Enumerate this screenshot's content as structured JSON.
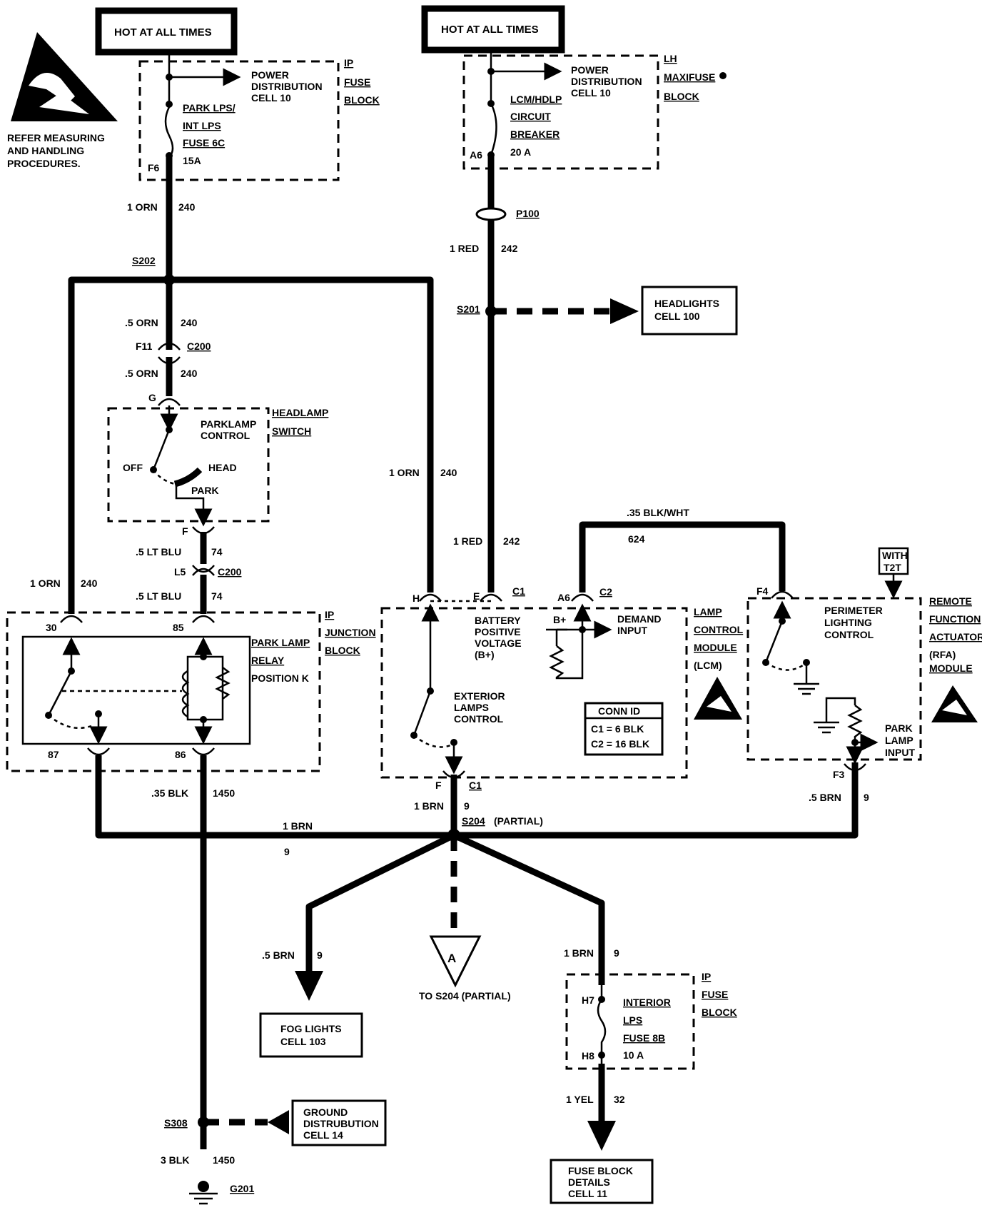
{
  "warning": {
    "lines": [
      "REFER MEASURING",
      "AND HANDLING",
      "PROCEDURES."
    ]
  },
  "hot_left": "HOT AT ALL TIMES",
  "hot_right": "HOT AT ALL TIMES",
  "ip_fuse_top": {
    "block_lines": [
      "IP",
      "FUSE",
      "BLOCK"
    ],
    "pd_lines": [
      "POWER",
      "DISTRIBUTION",
      "CELL 10"
    ],
    "fuse_lines": [
      "PARK LPS/",
      "INT LPS",
      "FUSE 6C",
      "15A"
    ],
    "pin": "F6"
  },
  "maxifuse": {
    "block_lines": [
      "LH",
      "MAXIFUSE",
      "BLOCK"
    ],
    "pd_lines": [
      "POWER",
      "DISTRIBUTION",
      "CELL 10"
    ],
    "cb_lines": [
      "LCM/HDLP",
      "CIRCUIT",
      "BREAKER",
      "20 A"
    ],
    "pin": "A6"
  },
  "wires": {
    "w1": [
      "1 ORN",
      "240"
    ],
    "s202": "S202",
    "w2": [
      ".5 ORN",
      "240"
    ],
    "f11": "F11",
    "c200a": "C200",
    "w3": [
      ".5 ORN",
      "240"
    ],
    "g": "G",
    "p100": "P100",
    "w4": [
      "1 RED",
      "242"
    ],
    "s201": "S201",
    "w5": [
      "1 ORN",
      "240"
    ],
    "w6": [
      "1 RED",
      "242"
    ],
    "f": "F",
    "w7": [
      ".5 LT BLU",
      "74"
    ],
    "l5": "L5",
    "c200b": "C200",
    "w8": [
      ".5 LT BLU",
      "74"
    ],
    "w9": [
      "1 ORN",
      "240"
    ],
    "w10": [
      ".35 BLK/WHT",
      "624"
    ],
    "w11": [
      ".35 BLK",
      "1450"
    ],
    "w12": [
      "1 BRN",
      "9"
    ],
    "w13": [
      "1 BRN",
      "9"
    ],
    "s204": "S204",
    "s204_note": "(PARTIAL)",
    "w14": [
      ".5 BRN",
      "9"
    ],
    "w15": [
      ".5 BRN",
      "9"
    ],
    "w16": [
      "1 BRN",
      "9"
    ],
    "w17": [
      "1 YEL",
      "32"
    ],
    "s308": "S308",
    "w18": [
      "3 BLK",
      "1450"
    ],
    "g201": "G201"
  },
  "headlights": [
    "HEADLIGHTS",
    "CELL 100"
  ],
  "headlamp_switch": {
    "title_lines": [
      "HEADLAMP",
      "SWITCH"
    ],
    "control_lines": [
      "PARKLAMP",
      "CONTROL"
    ],
    "off": "OFF",
    "head": "HEAD",
    "park": "PARK"
  },
  "relay": {
    "block_lines": [
      "IP",
      "JUNCTION",
      "BLOCK"
    ],
    "title_lines": [
      "PARK LAMP",
      "RELAY"
    ],
    "position": "POSITION K",
    "pins": [
      "30",
      "85",
      "87",
      "86"
    ]
  },
  "lcm": {
    "title_lines": [
      "LAMP",
      "CONTROL",
      "MODULE",
      "(LCM)"
    ],
    "pins": {
      "h": "H",
      "e": "E",
      "c1": "C1",
      "a6": "A6",
      "c2": "C2",
      "f": "F",
      "c1b": "C1"
    },
    "bat_lines": [
      "BATTERY",
      "POSITIVE",
      "VOLTAGE",
      "(B+)"
    ],
    "bplus": "B+",
    "demand_lines": [
      "DEMAND",
      "INPUT"
    ],
    "ext_lines": [
      "EXTERIOR",
      "LAMPS",
      "CONTROL"
    ],
    "conn": [
      "CONN ID",
      "C1 = 6 BLK",
      "C2 = 16 BLK"
    ]
  },
  "rfa": {
    "title_lines": [
      "REMOTE",
      "FUNCTION",
      "ACTUATOR",
      "(RFA)",
      "MODULE"
    ],
    "with_lines": [
      "WITH",
      "T2T"
    ],
    "f4": "F4",
    "f3": "F3",
    "perim_lines": [
      "PERIMETER",
      "LIGHTING",
      "CONTROL"
    ],
    "park_lines": [
      "PARK",
      "LAMP",
      "INPUT"
    ]
  },
  "fog": [
    "FOG LIGHTS",
    "CELL 103"
  ],
  "conn_a": {
    "letter": "A",
    "label": "TO S204 (PARTIAL)"
  },
  "ip_fuse_bottom": {
    "block_lines": [
      "IP",
      "FUSE",
      "BLOCK"
    ],
    "fuse_lines": [
      "INTERIOR",
      "LPS",
      "FUSE 8B",
      "10 A"
    ],
    "h7": "H7",
    "h8": "H8"
  },
  "ground_dist": [
    "GROUND",
    "DISTRUBUTION",
    "CELL 14"
  ],
  "fuse_details": [
    "FUSE BLOCK",
    "DETAILS",
    "CELL 11"
  ]
}
